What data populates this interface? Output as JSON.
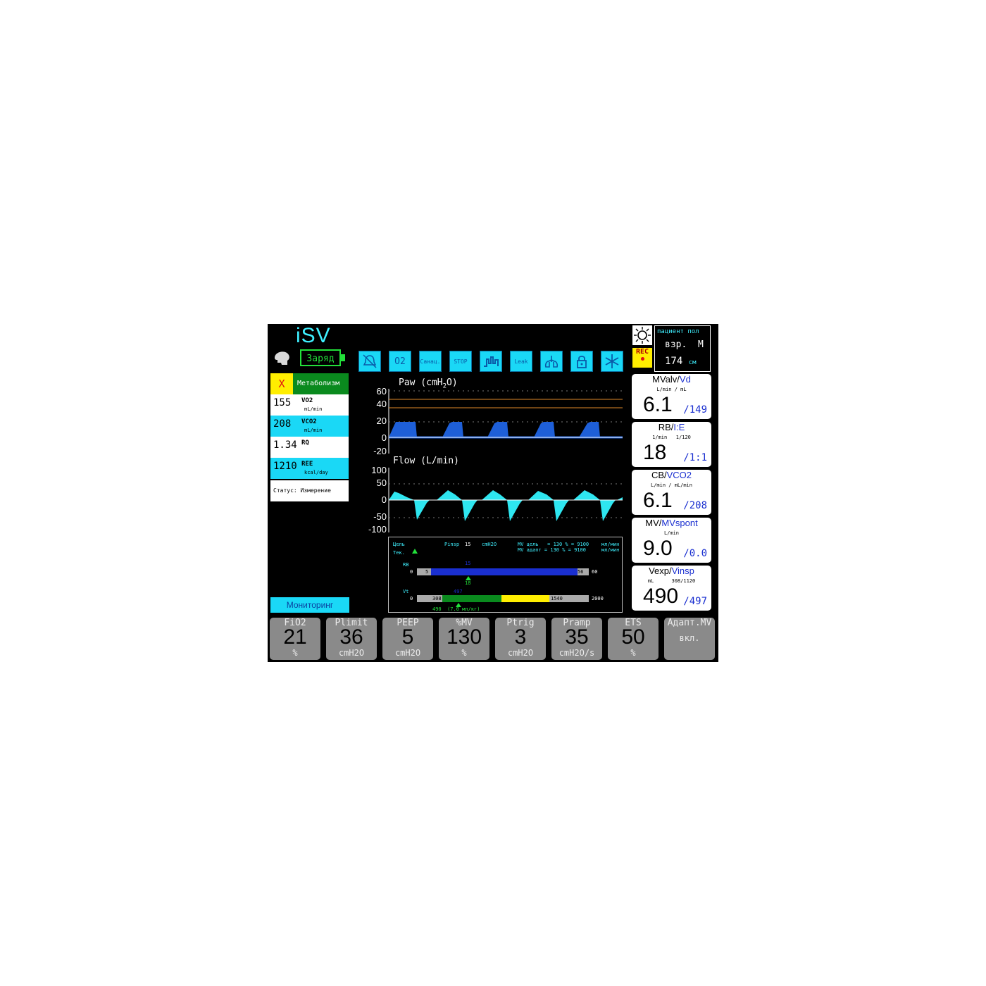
{
  "header": {
    "mode": "iSV",
    "battery_label": "Заряд",
    "toolbar": {
      "o2_label": "O2",
      "suction_label": "Санац.",
      "stop_label": "STOP",
      "leak_label": "Leak"
    }
  },
  "patient": {
    "title": "пациент пол",
    "type_sex": "взр.  М",
    "height_value": "174",
    "height_unit": "см",
    "rec_label": "REC"
  },
  "metabolism": {
    "close_label": "X",
    "title": "Метаболизм",
    "rows": [
      {
        "value": "155",
        "name": "VO2",
        "unit": "mL/min"
      },
      {
        "value": "208",
        "name": "VCO2",
        "unit": "mL/min"
      },
      {
        "value": "1.34",
        "name": "RQ",
        "unit": ""
      },
      {
        "value": "1210",
        "name": "REE",
        "unit": "kcal/day"
      }
    ],
    "status": "Статус: Измерение"
  },
  "monitoring_button": "Мониторинг",
  "graphs": {
    "paw": {
      "title": "Paw (cmH",
      "title_sub": "2",
      "title_end": "O)",
      "ylim": [
        -20,
        60
      ],
      "ticks": [
        "60",
        "40",
        "20",
        "0",
        "-20"
      ]
    },
    "flow": {
      "title": "Flow (L/min)",
      "ylim": [
        -100,
        100
      ],
      "ticks": [
        "100",
        "50",
        "0",
        "-50",
        "-100"
      ]
    }
  },
  "isv_panel": {
    "target_label": "Цель",
    "current_label": "Тек.",
    "pinsp_label": "Pinsp",
    "pinsp_value": "15",
    "pinsp_unit": "cmH2O",
    "mv_target_line": "MV цель   = 130 % = 9100",
    "mv_adapt_line": "MV адапт = 130 % = 9100",
    "mv_unit": "мл/мин",
    "rb": {
      "label": "RB",
      "min": "0",
      "low": "5",
      "high": "56",
      "max": "60",
      "target": "15",
      "current": "18"
    },
    "vt": {
      "label": "Vt",
      "min": "0",
      "low": "308",
      "high": "1540",
      "max": "2000",
      "target": "497",
      "current_text": "490  (7.0 мл/кг)"
    }
  },
  "monitors": [
    {
      "title_a": "MValv/",
      "title_b": "Vd",
      "units": "L/min / mL",
      "value": "6.1",
      "secondary": "/149"
    },
    {
      "title_a": "RB/",
      "title_b": "I:E",
      "units": "1/min   1/120",
      "value": "18",
      "secondary": "/1:1"
    },
    {
      "title_a": "CB/",
      "title_b": "VCO2",
      "units": "L/min / mL/min",
      "value": "6.1",
      "secondary": "/208"
    },
    {
      "title_a": "MV/",
      "title_b": "MVspont",
      "units": "L/min",
      "value": "9.0",
      "secondary": "/0.0"
    },
    {
      "title_a": "Vexp/",
      "title_b": "Vinsp",
      "units": "mL      308/1120",
      "value": "490",
      "secondary": "/497"
    }
  ],
  "controls": [
    {
      "name": "FiO2",
      "value": "21",
      "unit": "%"
    },
    {
      "name": "Plimit",
      "value": "36",
      "unit": "cmH2O"
    },
    {
      "name": "PEEP",
      "value": "5",
      "unit": "cmH2O"
    },
    {
      "name": "%MV",
      "value": "130",
      "unit": "%"
    },
    {
      "name": "Ptrig",
      "value": "3",
      "unit": "cmH2O"
    },
    {
      "name": "Pramp",
      "value": "35",
      "unit": "cmH2O/s"
    },
    {
      "name": "ETS",
      "value": "50",
      "unit": "%"
    },
    {
      "name": "Адапт.MV",
      "value": "",
      "unit": "вкл."
    }
  ],
  "colors": {
    "background": "#000000",
    "accent_cyan": "#1ad8f6",
    "waveform_fill_paw": "#1e5fd8",
    "waveform_fill_flow": "#2ee6f0",
    "alarm_line": "#e08a2a",
    "battery_green": "#22e03a",
    "panel_gray": "#8a8a8a"
  }
}
